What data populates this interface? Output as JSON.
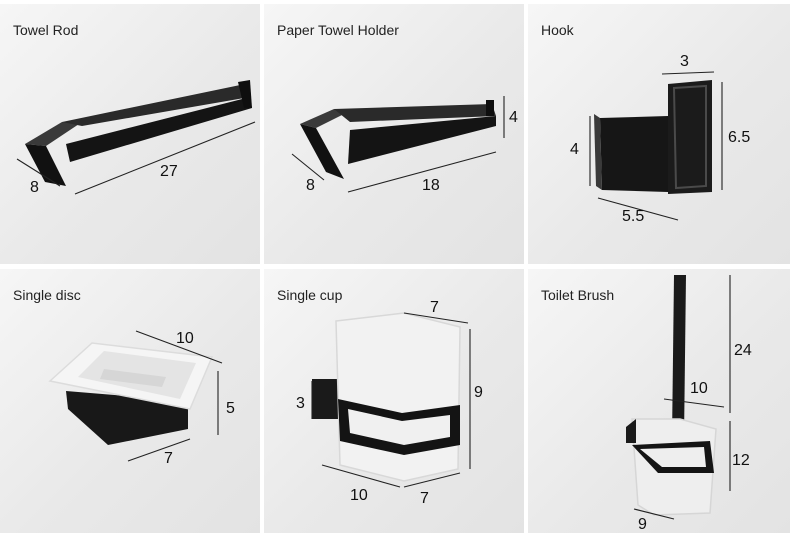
{
  "panels": [
    {
      "title": "Towel Rod",
      "dims": [
        "8",
        "27"
      ]
    },
    {
      "title": "Paper Towel Holder",
      "dims": [
        "4",
        "8",
        "18"
      ]
    },
    {
      "title": "Hook",
      "dims": [
        "3",
        "4",
        "6.5",
        "5.5"
      ]
    },
    {
      "title": "Single disc",
      "dims": [
        "10",
        "5",
        "7"
      ]
    },
    {
      "title": "Single cup",
      "dims": [
        "7",
        "3",
        "9",
        "10",
        "7"
      ]
    },
    {
      "title": "Toilet Brush",
      "dims": [
        "24",
        "10",
        "12",
        "9"
      ]
    }
  ],
  "colors": {
    "product": "#1a1a1a",
    "frosted_glass": "#f2f2f2",
    "background": "#ececec"
  }
}
